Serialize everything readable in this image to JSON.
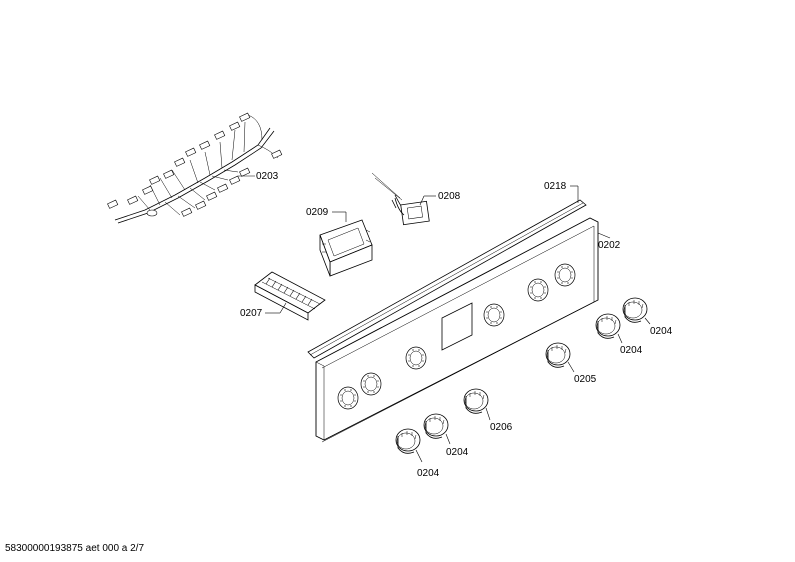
{
  "labels": {
    "l0203": "0203",
    "l0208": "0208",
    "l0209": "0209",
    "l0218": "0218",
    "l0202": "0202",
    "l0207": "0207",
    "l0204a": "0204",
    "l0204b": "0204",
    "l0205": "0205",
    "l0206": "0206",
    "l0204c": "0204",
    "l0204d": "0204"
  },
  "footer": "58300000193875 aet 000 a 2/7"
}
